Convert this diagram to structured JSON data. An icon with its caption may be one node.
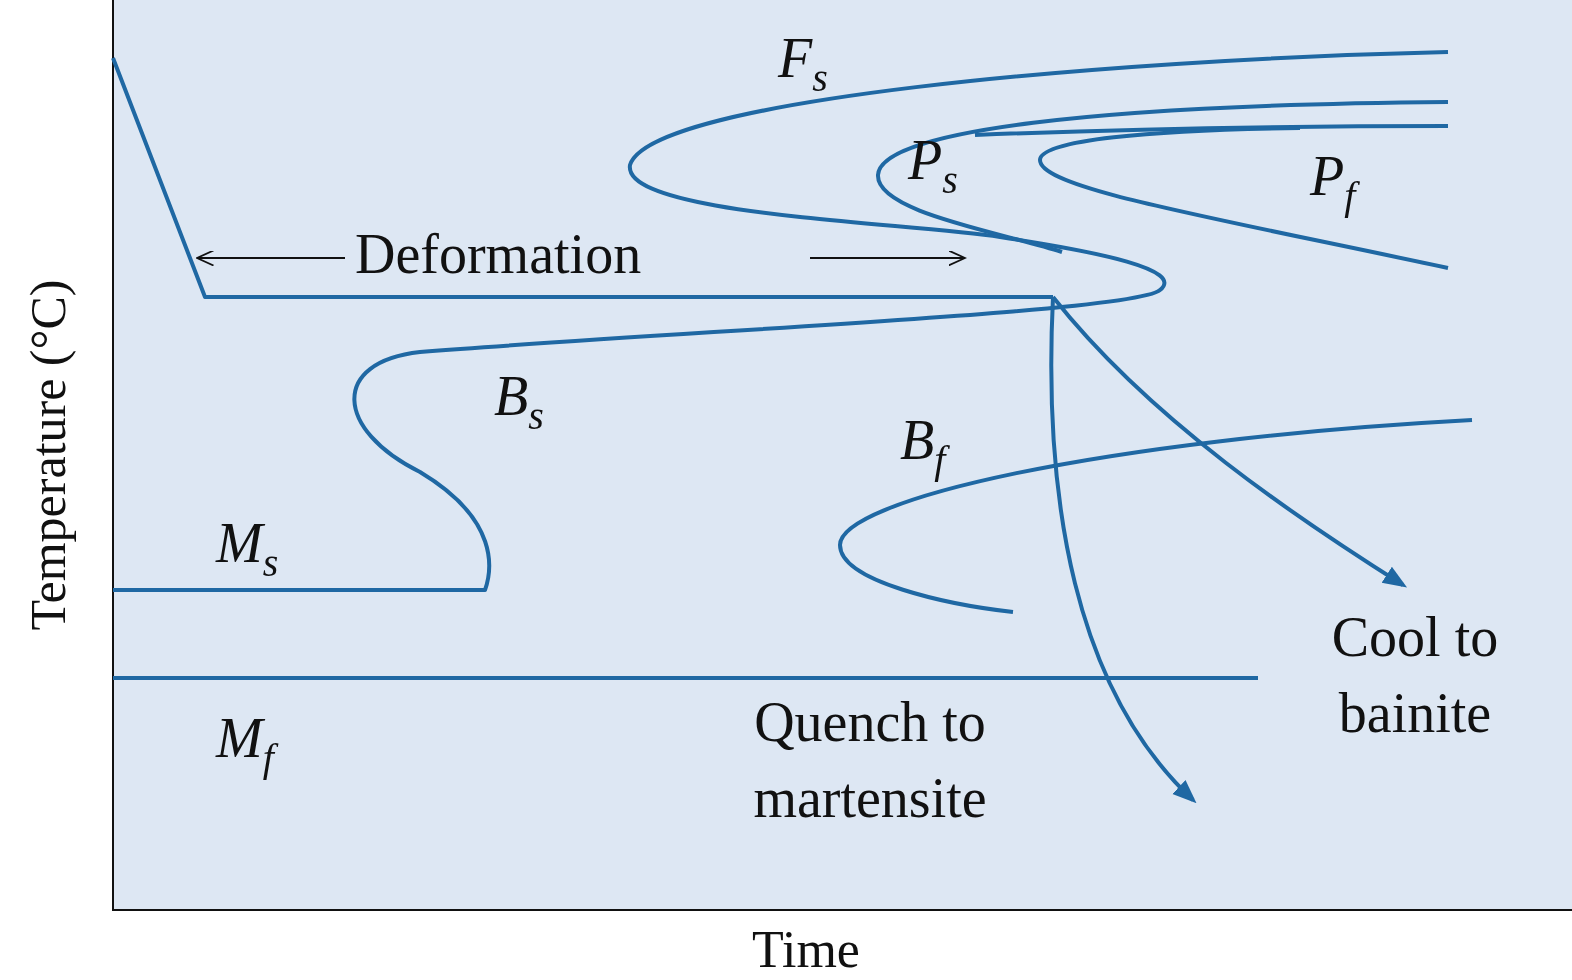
{
  "diagram": {
    "labels": [
      "F$_{s}$",
      "P$_{s}$",
      "P$_{f}$",
      "Deformation",
      "B$_{s}$",
      "B$_{f}$",
      "M$_{s}$",
      "Cool to bainite",
      "M$_{f}$",
      "Quench to martensite",
      "Temperature (°C)",
      "Time"
    ]
  }
}
